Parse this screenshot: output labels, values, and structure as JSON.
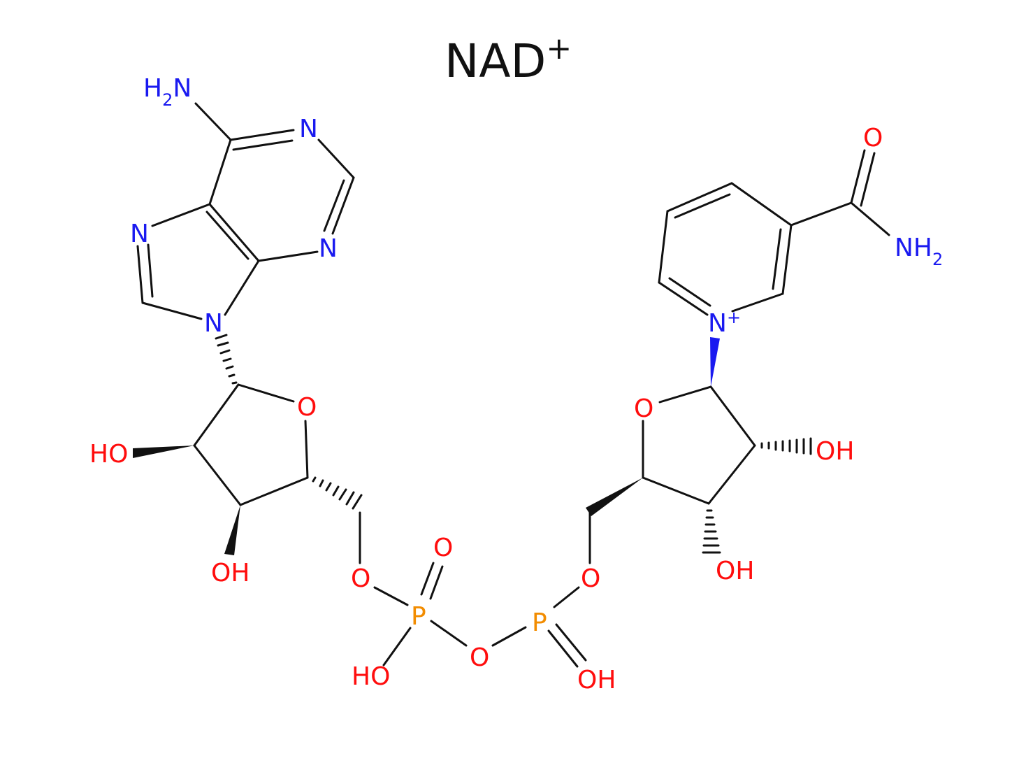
{
  "title": "NAD",
  "title_charge": "+",
  "colors": {
    "bond": "#111111",
    "nitrogen": "#1a1af0",
    "oxygen": "#ff0d0d",
    "phosphorus": "#f28c00"
  },
  "labels": {
    "h2n_h": "H",
    "h2n_2": "2",
    "h2n_n": "N",
    "n_top": "N",
    "n_imid": "N",
    "n_pyr": "N",
    "n9": "N",
    "o_ring1": "O",
    "ho_left": "HO",
    "oh_bottom1": "OH",
    "o_bridge1": "O",
    "o_double1": "O",
    "p1": "P",
    "ho_p1": "HO",
    "o_mid": "O",
    "p2": "P",
    "oh_p2": "OH",
    "o_bridge2": "O",
    "o_ring2": "O",
    "oh_right": "OH",
    "oh_bottom2": "OH",
    "n_plus": "N",
    "n_plus_charge": "+",
    "o_carbonyl": "O",
    "nh2_n": "NH",
    "nh2_2": "2"
  }
}
